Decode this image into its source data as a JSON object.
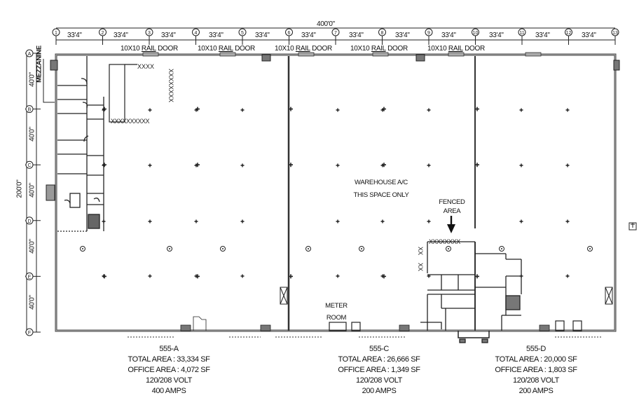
{
  "drawing": {
    "overall_width_label": "400'0\"",
    "overall_depth_label": "200'0\"",
    "mezzanine_label": "MEZZANINE",
    "column_grid": {
      "labels": [
        "1",
        "2",
        "3",
        "4",
        "5",
        "6",
        "7",
        "8",
        "9",
        "10",
        "11",
        "12",
        "13"
      ],
      "bay_spacing_label": "33'4\"",
      "bays": [
        "33'4\"",
        "33'4\"",
        "33'4\"",
        "33'4\"",
        "33'4\"",
        "33'4\"",
        "33'4\"",
        "33'4\"",
        "33'4\"",
        "33'4\"",
        "33'4\"",
        "33'4\""
      ]
    },
    "row_grid": {
      "labels": [
        "A",
        "B",
        "C",
        "D",
        "E",
        "F"
      ],
      "bays": [
        "40'0\"",
        "40'0\"",
        "40'0\"",
        "40'0\"",
        "40'0\""
      ]
    },
    "rail_doors": [
      {
        "prefix": "10X10",
        "rail": "RAIL",
        "suffix": "DOOR"
      },
      {
        "prefix": "10X10",
        "rail": "RAIL",
        "suffix": "DOOR"
      },
      {
        "prefix": "10X10",
        "rail": "RAIL",
        "suffix": "DOOR"
      },
      {
        "prefix": "10X10",
        "rail": "RAIL",
        "suffix": "DOOR"
      },
      {
        "prefix": "10X10",
        "rail": "RAIL",
        "suffix": "DOOR"
      }
    ],
    "annotations": {
      "warehouse_ac_line1": "WAREHOUSE A/C",
      "warehouse_ac_line2": "THIS SPACE ONLY",
      "fenced_area_line1": "FENCED",
      "fenced_area_line2": "AREA",
      "meter_room_line1": "METER",
      "meter_room_line2": "ROOM"
    },
    "units": [
      {
        "name": "555-A",
        "total_area": "TOTAL AREA : 33,334 SF",
        "office_area": "OFFICE AREA : 4,072 SF",
        "voltage": "120/208 VOLT",
        "amps": "400 AMPS"
      },
      {
        "name": "555-C",
        "total_area": "TOTAL AREA : 26,666 SF",
        "office_area": "OFFICE AREA : 1,349 SF",
        "voltage": "120/208 VOLT",
        "amps": "200 AMPS"
      },
      {
        "name": "555-D",
        "total_area": "TOTAL AREA : 20,000 SF",
        "office_area": "OFFICE AREA : 1,803 SF",
        "voltage": "120/208 VOLT",
        "amps": "200 AMPS"
      }
    ],
    "colors": {
      "line": "#222222",
      "wall_fill": "#9a9a9a",
      "background": "#ffffff"
    }
  }
}
